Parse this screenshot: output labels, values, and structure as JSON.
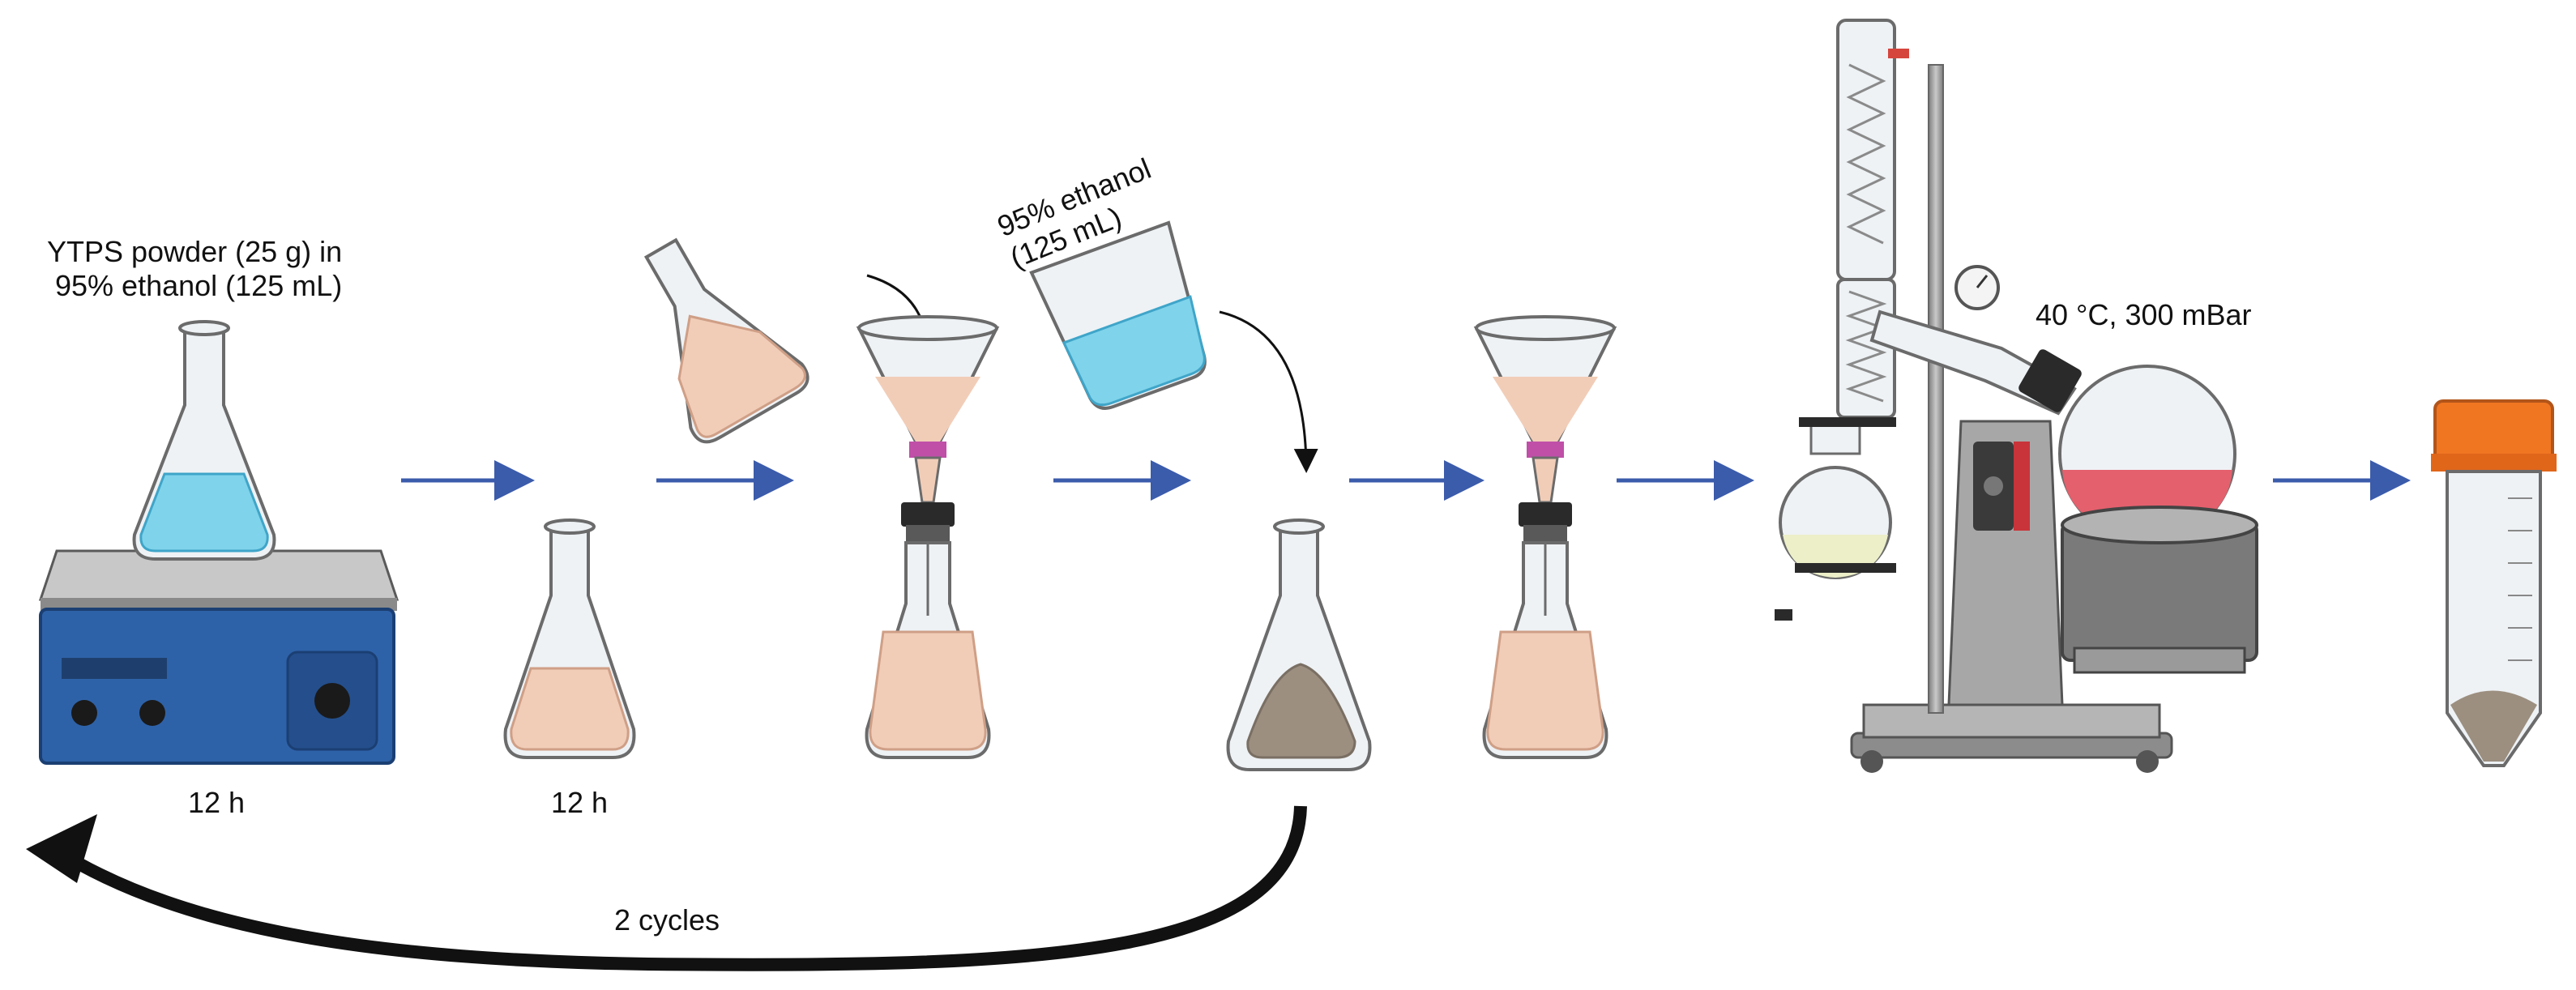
{
  "labels": {
    "start": "YTPS powder (25 g) in\n 95% ethanol (125 mL)",
    "stir_time": "12 h",
    "rest_time": "12 h",
    "wash": "95% ethanol\n(125 mL)",
    "evap": "40 °C, 300 mBar",
    "cycles": "2 cycles"
  },
  "colors": {
    "arrow": "#3b5bab",
    "glass": "#eef2f5",
    "glass_edge": "#6b6b6b",
    "ethanol": "#7fd3ea",
    "extract": "#f1cdb8",
    "powder": "#9c8f80",
    "stirrer_blue": "#2e62a8",
    "red_flask": "#e4606d",
    "cap": "#f07622",
    "steel": "#9a9a9a"
  },
  "icons": [
    "stirrer-plate-icon",
    "erlenmeyer-flask-icon",
    "filter-funnel-icon",
    "beaker-icon",
    "rotary-evaporator-icon",
    "centrifuge-tube-icon"
  ]
}
